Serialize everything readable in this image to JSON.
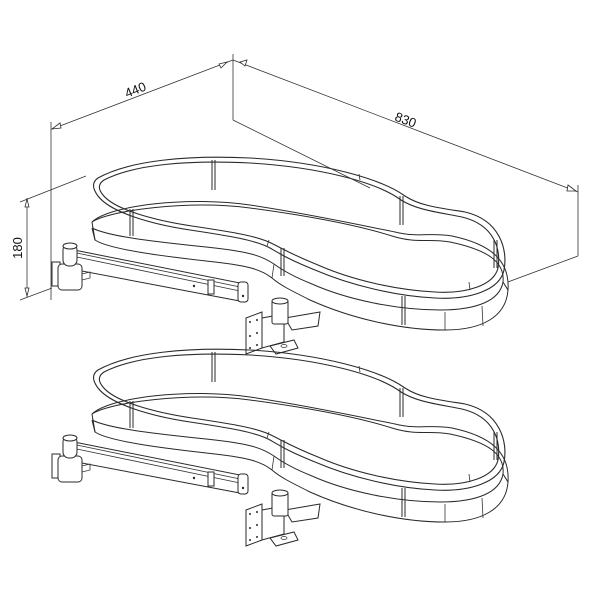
{
  "figure": {
    "subject": "Two-tier kidney-shaped corner pull-out basket (technical line drawing)",
    "line_color": "#2a2a2a",
    "background": "#ffffff"
  },
  "dimensions": {
    "depth": {
      "label": "440"
    },
    "width": {
      "label": "830"
    },
    "tier_height": {
      "label": "180"
    }
  },
  "components": {
    "shelves": [
      {
        "name": "upper-tray",
        "posts": 6
      },
      {
        "name": "lower-tray",
        "posts": 6
      }
    ],
    "brackets": [
      {
        "name": "upper-left-swing-arm"
      },
      {
        "name": "upper-pivot-mount-plate"
      },
      {
        "name": "lower-left-swing-arm"
      },
      {
        "name": "lower-pivot-mount-plate"
      }
    ]
  }
}
